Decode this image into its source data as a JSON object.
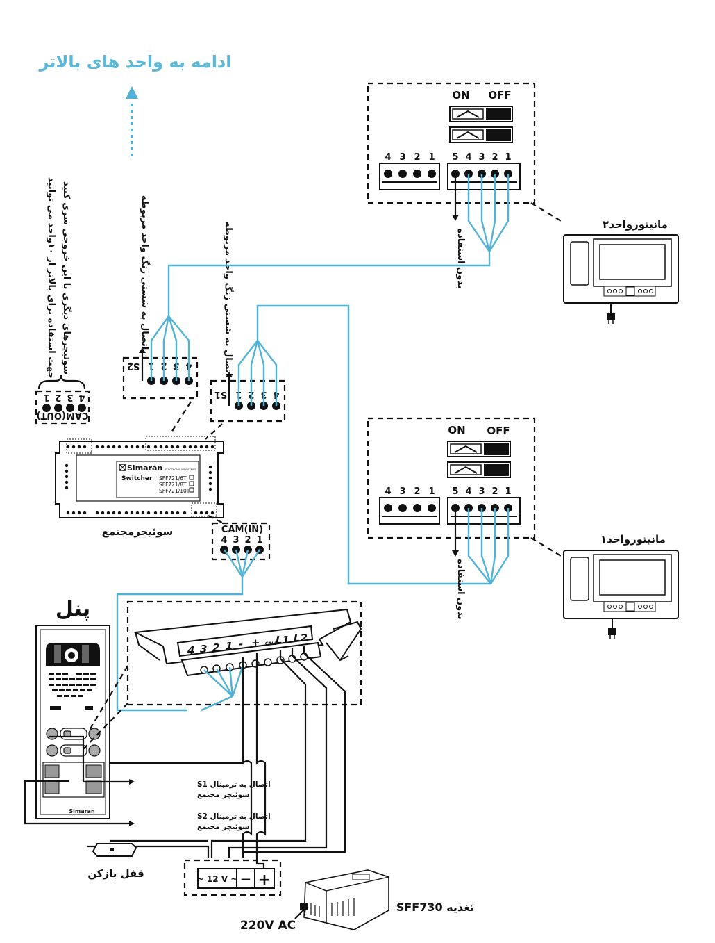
{
  "title": "ادامه به واحد های بالاتر",
  "colors": {
    "accent": "#4fb3d9",
    "ink": "#111111"
  },
  "notes": {
    "cam_out_note_line1": "جهت استفاده برای بالاتر از ۱۰واحد می توانید",
    "cam_out_note_line2": "سوئیچرهای دیگری با این خروجی سری کنید",
    "s2_connection": "اتصال به شستی زنگ واحد مربوطه",
    "s1_connection": "اتصال به شستی زنگ واحد مربوطه",
    "unused": "بدون استفاده",
    "s1_terminal_line1": "اتصال به ترمینال S1",
    "s1_terminal_line2": "سوئیچر مجتمع",
    "s2_terminal_line1": "اتصال به ترمینال S2",
    "s2_terminal_line2": "سوئیچر مجتمع"
  },
  "monitors": {
    "monitor2_label": "مانیتورواحد۲",
    "monitor1_label": "مانیتورواحد۱",
    "on_label": "ON",
    "off_label": "OFF",
    "left_terminal_numbers": [
      "4",
      "3",
      "2",
      "1"
    ],
    "right_terminal_numbers": [
      "5",
      "4",
      "3",
      "2",
      "1"
    ]
  },
  "switcher": {
    "label": "سوئیچرمجتمع",
    "brand": "Simaran",
    "model_prefix": "Switcher",
    "subtitle": "ELECTRONIC INDUSTRIES",
    "models": [
      "SFF721/6T",
      "SFF721/8T",
      "SFF721/10T"
    ],
    "cam_out_label": "CAM(OUT)",
    "cam_in_label": "CAM(IN)",
    "cam_numbers": [
      "4",
      "3",
      "2",
      "1"
    ],
    "s2_block": [
      "4",
      "3",
      "2",
      "1",
      "S2"
    ],
    "s1_block": [
      "4",
      "3",
      "2",
      "1",
      "S1"
    ]
  },
  "panel": {
    "label": "پنل",
    "brand": "Simaran",
    "terminals": [
      "4",
      "3",
      "2",
      "1",
      "-",
      "+",
      "CALL",
      "L1",
      "L2"
    ]
  },
  "power": {
    "lock_label": "قفل بازکن",
    "ac12_label": "~ 12 V ~",
    "minus": "−",
    "plus": "+",
    "supply_label": "تغذیه SFF730",
    "mains_label": "220V AC"
  }
}
